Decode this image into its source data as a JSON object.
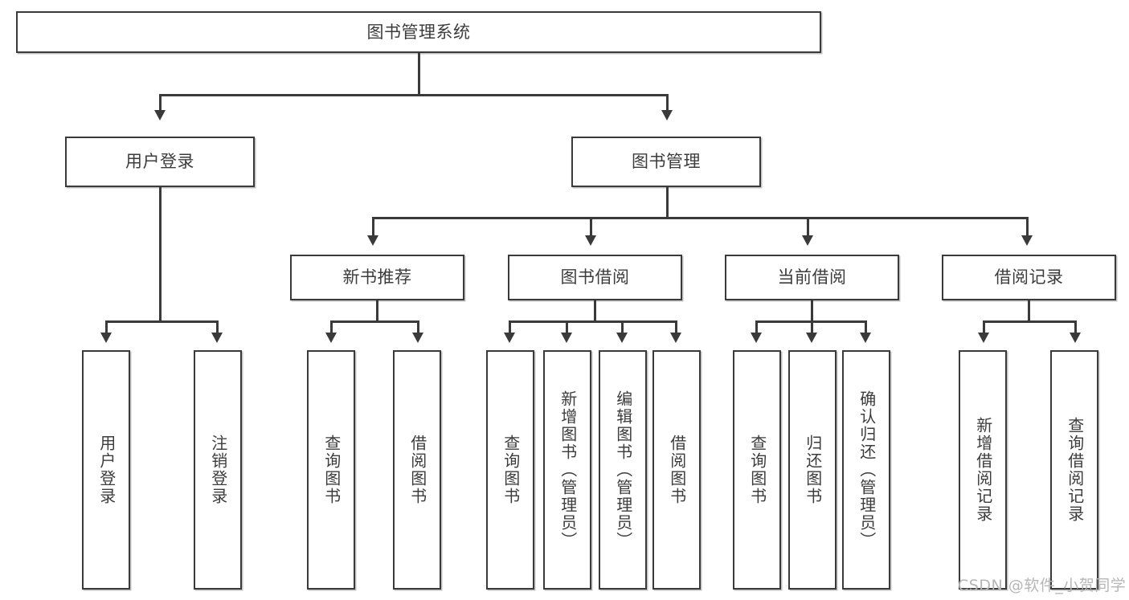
{
  "diagram": {
    "type": "tree-hierarchy-chart",
    "root": {
      "label": "图书管理系统"
    },
    "level2": [
      {
        "label": "用户登录"
      },
      {
        "label": "图书管理"
      }
    ],
    "level3": [
      {
        "label": "新书推荐"
      },
      {
        "label": "图书借阅"
      },
      {
        "label": "当前借阅"
      },
      {
        "label": "借阅记录"
      }
    ],
    "leaves": {
      "user_login": [
        {
          "label": "用户登录"
        },
        {
          "label": "注销登录"
        }
      ],
      "new_book_recommend": [
        {
          "label": "查询图书"
        },
        {
          "label": "借阅图书"
        }
      ],
      "book_borrow": [
        {
          "label": "查询图书"
        },
        {
          "label": "新增图书（管理员）"
        },
        {
          "label": "编辑图书（管理员）"
        },
        {
          "label": "借阅图书"
        }
      ],
      "current_borrow": [
        {
          "label": "查询图书"
        },
        {
          "label": "归还图书"
        },
        {
          "label": "确认归还（管理员）"
        }
      ],
      "borrow_record": [
        {
          "label": "新增借阅记录"
        },
        {
          "label": "查询借阅记录"
        }
      ]
    }
  },
  "watermark": {
    "text": "CSDN @软件_小贺同学"
  },
  "colors": {
    "border": "#3a3a3a",
    "text": "#3c3c3c",
    "background": "#ffffff",
    "watermark": "#b6b6b6"
  }
}
